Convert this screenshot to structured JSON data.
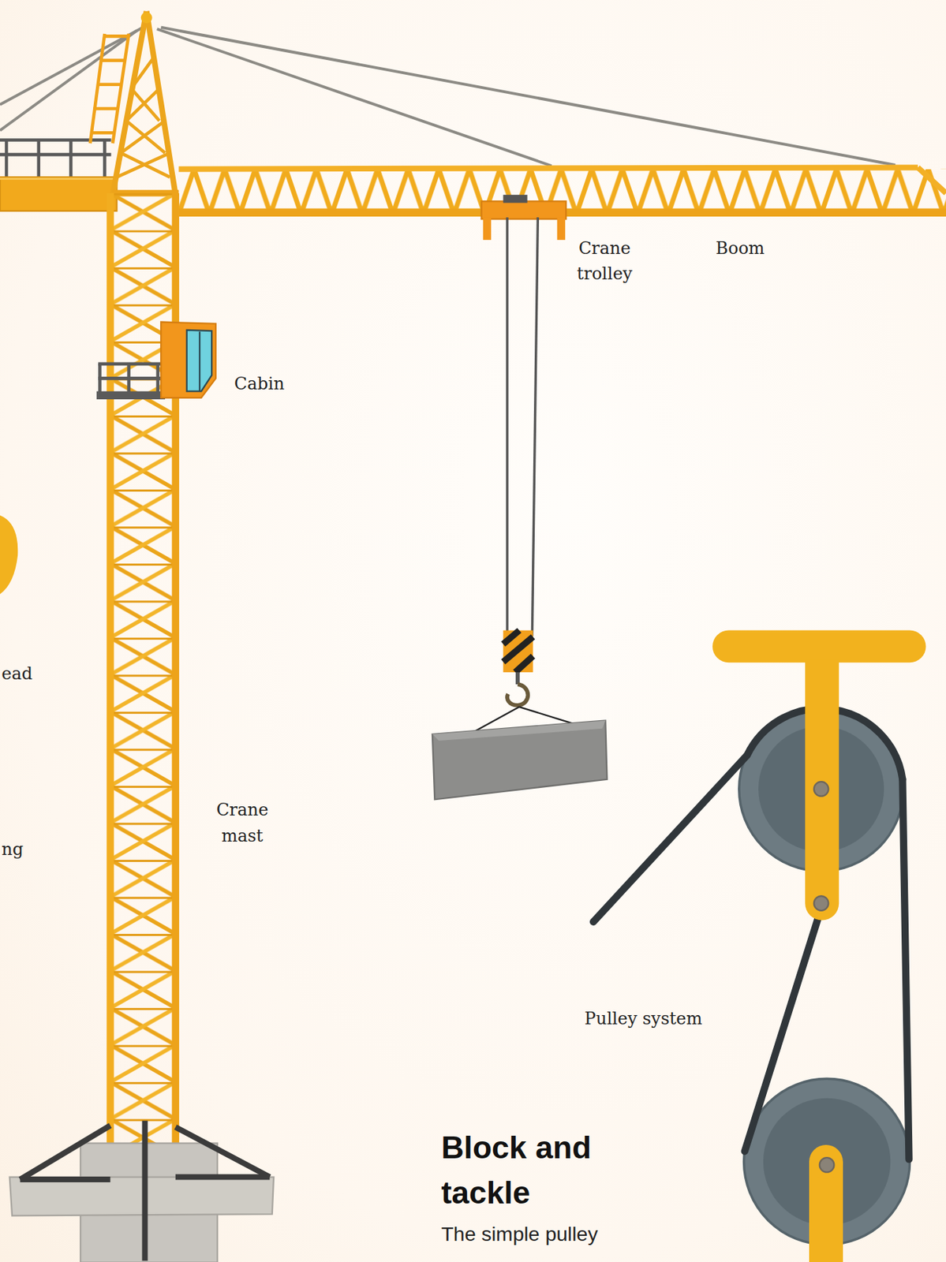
{
  "diagram": {
    "title": "Block and tackle",
    "labels": [
      "Crane trolley",
      "Boom",
      "Cabin",
      "ead",
      "ng",
      "Crane mast",
      "Pulley system",
      "The simple pulley"
    ]
  }
}
